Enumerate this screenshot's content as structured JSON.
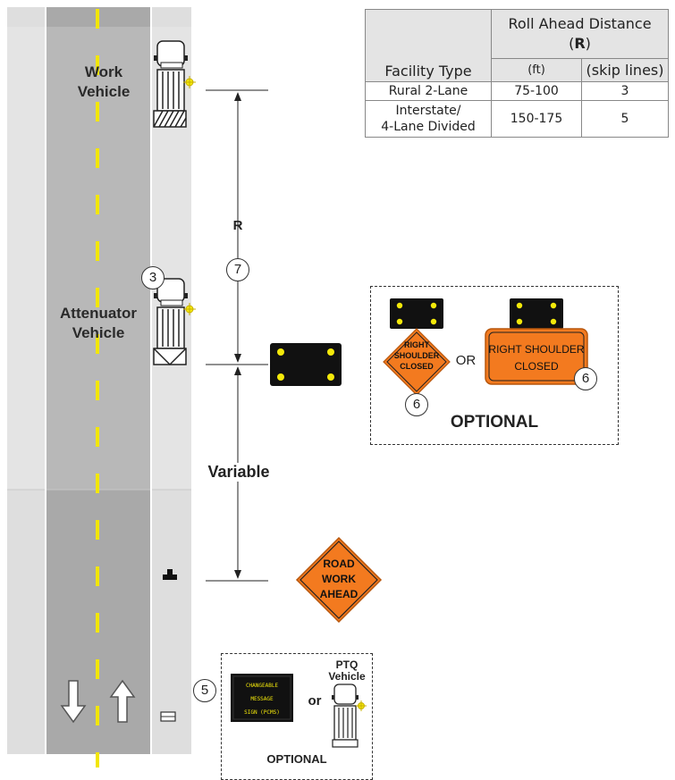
{
  "diagram": {
    "labels": {
      "work_vehicle_line1": "Work",
      "work_vehicle_line2": "Vehicle",
      "attenuator_line1": "Attenuator",
      "attenuator_line2": "Vehicle",
      "r": "R",
      "variable": "Variable",
      "ptq_line1": "PTQ",
      "ptq_line2": "Vehicle",
      "or_small": "or",
      "or_big": "OR",
      "optional_top": "OPTIONAL",
      "optional_bottom": "OPTIONAL"
    },
    "callouts": {
      "n3": "3",
      "n5": "5",
      "n6a": "6",
      "n6b": "6",
      "n7": "7"
    },
    "signs": {
      "rsc_diamond": [
        "RIGHT",
        "SHOULDER",
        "CLOSED"
      ],
      "rsc_rect_line1": "RIGHT SHOULDER",
      "rsc_rect_line2": "CLOSED",
      "road_work": [
        "ROAD",
        "WORK",
        "AHEAD"
      ],
      "pcms": [
        "CHANGEABLE",
        "MESSAGE",
        "SIGN (PCMS)"
      ]
    },
    "colors": {
      "road": "#a9a9a9",
      "shoulder": "#dedede",
      "centerline": "#f2e600",
      "sign_orange": "#f37a1f",
      "arrow_board": "#111111",
      "arrow_light": "#f4e90a"
    }
  },
  "table": {
    "title_line1": "Roll Ahead Distance",
    "title_open": "(",
    "title_bold": "R",
    "title_close": ")",
    "col_facility": "Facility Type",
    "col_ft": "(ft)",
    "col_skip": "(skip lines)",
    "rows": [
      {
        "facility": "Rural 2-Lane",
        "facility2": "",
        "ft": "75-100",
        "skip": "3"
      },
      {
        "facility": "Interstate/",
        "facility2": "4-Lane Divided",
        "ft": "150-175",
        "skip": "5"
      }
    ]
  }
}
